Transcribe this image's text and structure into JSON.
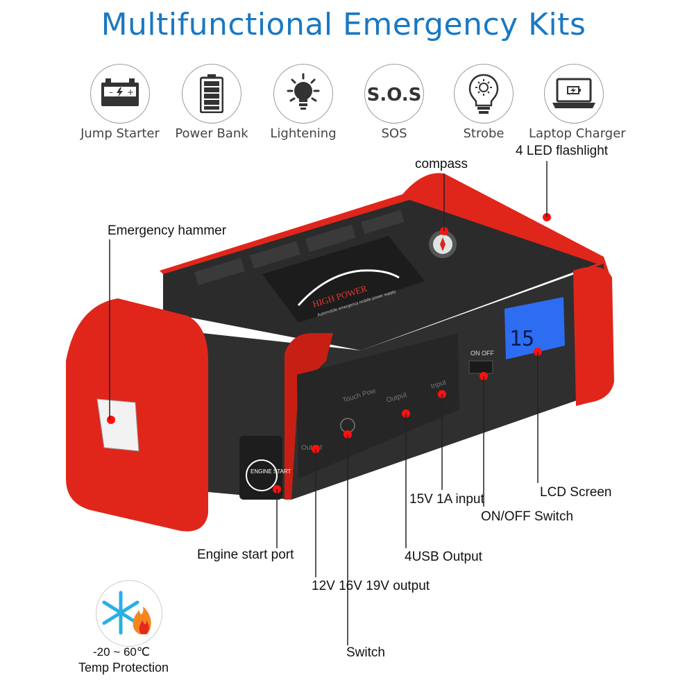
{
  "title": "Multifunctional Emergency Kits",
  "features": [
    {
      "label": "Jump Starter",
      "icon": "battery-icon"
    },
    {
      "label": "Power Bank",
      "icon": "power-bank-icon"
    },
    {
      "label": "Lightening",
      "icon": "lightbulb-icon"
    },
    {
      "label": "SOS",
      "icon": "sos-icon"
    },
    {
      "label": "Strobe",
      "icon": "strobe-bulb-icon"
    },
    {
      "label": "Laptop Charger",
      "icon": "laptop-icon"
    }
  ],
  "device": {
    "brand": "HIGH POWER",
    "tagline": "Automobile emergency mobile power supply",
    "on_off": "ON  OFF",
    "lcd_value": "15",
    "engine_start": "ENGINE START",
    "port_labels": [
      "Output",
      "Touch Pow",
      "Output",
      "Input"
    ]
  },
  "callouts": {
    "flashlight": "4 LED flashlight",
    "compass": "compass",
    "hammer": "Emergency hammer",
    "input": "15V 1A input",
    "lcd": "LCD Screen",
    "onoff": "ON/OFF Switch",
    "engine_port": "Engine start port",
    "usb": "4USB Output",
    "output12": "12V 16V 19V output",
    "switch": "Switch"
  },
  "temp": {
    "range": "-20 ~ 60℃",
    "label": "Temp Protection"
  },
  "colors": {
    "title": "#1a78c2",
    "body_red": "#e0261b",
    "body_dark": "#2b2b2b",
    "lcd": "#2d6df2",
    "dot": "#ff1010"
  }
}
